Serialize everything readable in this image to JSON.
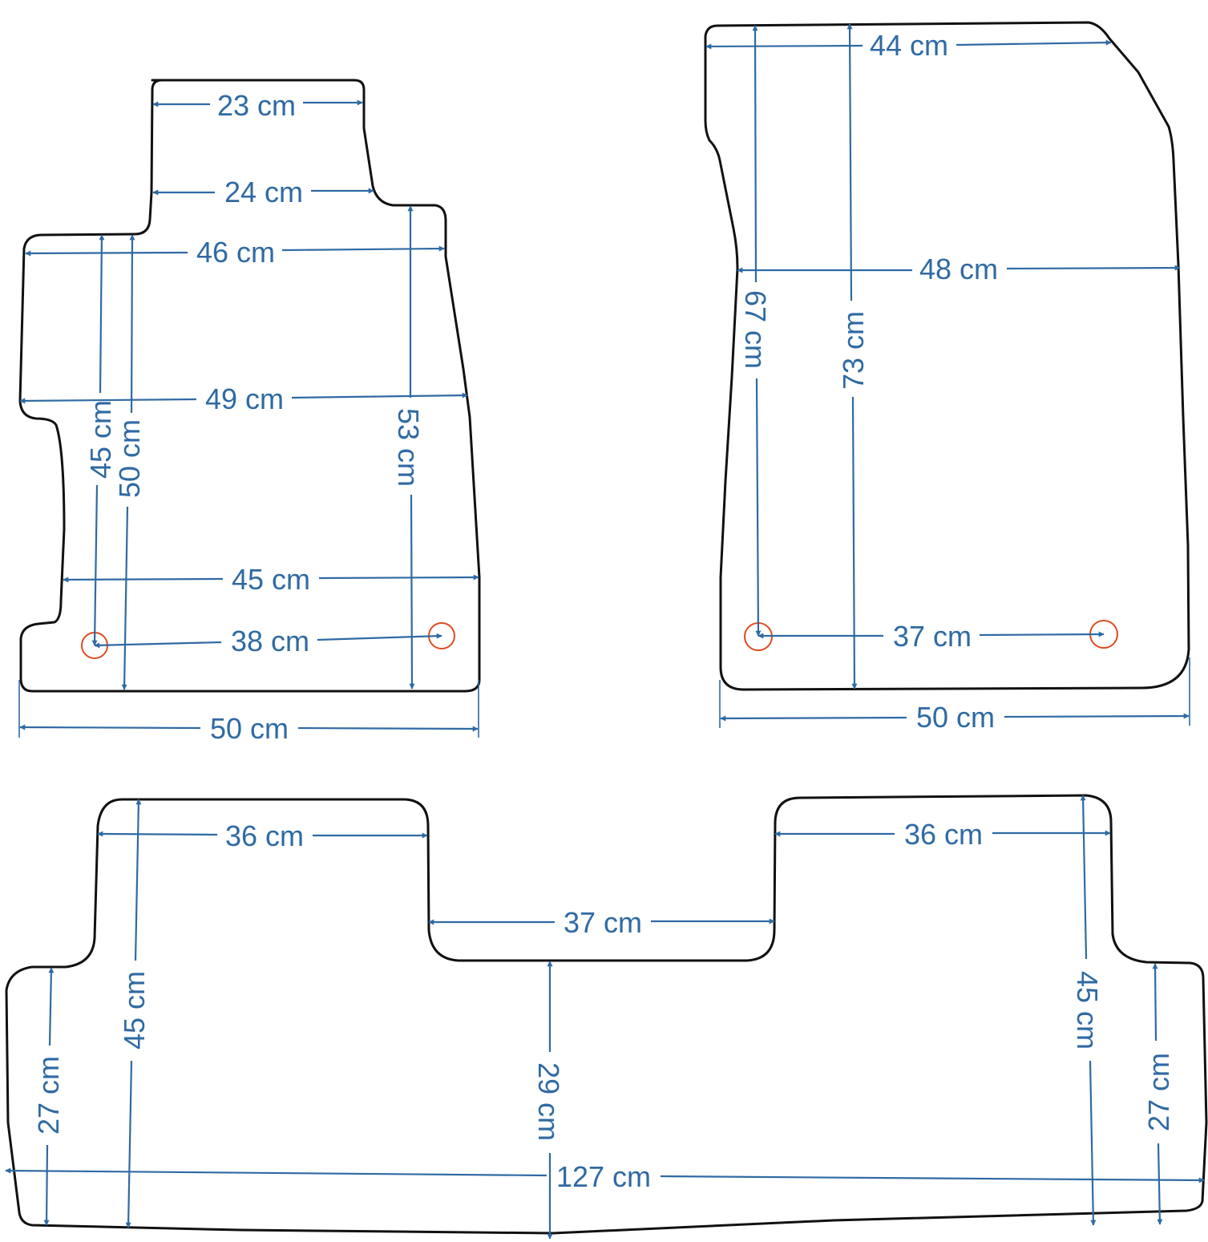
{
  "colors": {
    "outline": "#111111",
    "dimension": "#2f6aa3",
    "mount_hole": "#e04a1f",
    "background": "#ffffff"
  },
  "mats": {
    "driver": {
      "dimensions": {
        "d23": "23 cm",
        "d24": "24 cm",
        "d46": "46 cm",
        "d49": "49 cm",
        "d45v": "45 cm",
        "d50v": "50 cm",
        "d53v": "53 cm",
        "d45h": "45 cm",
        "d38": "38 cm",
        "d50h": "50 cm"
      }
    },
    "passenger": {
      "dimensions": {
        "d44": "44 cm",
        "d48": "48 cm",
        "d67": "67 cm",
        "d73": "73 cm",
        "d37": "37 cm",
        "d50": "50 cm"
      }
    },
    "rear": {
      "dimensions": {
        "d36l": "36 cm",
        "d36r": "36 cm",
        "d37": "37 cm",
        "d45l": "45 cm",
        "d45r": "45 cm",
        "d27l": "27 cm",
        "d27r": "27 cm",
        "d29": "29 cm",
        "d127": "127 cm"
      }
    }
  }
}
